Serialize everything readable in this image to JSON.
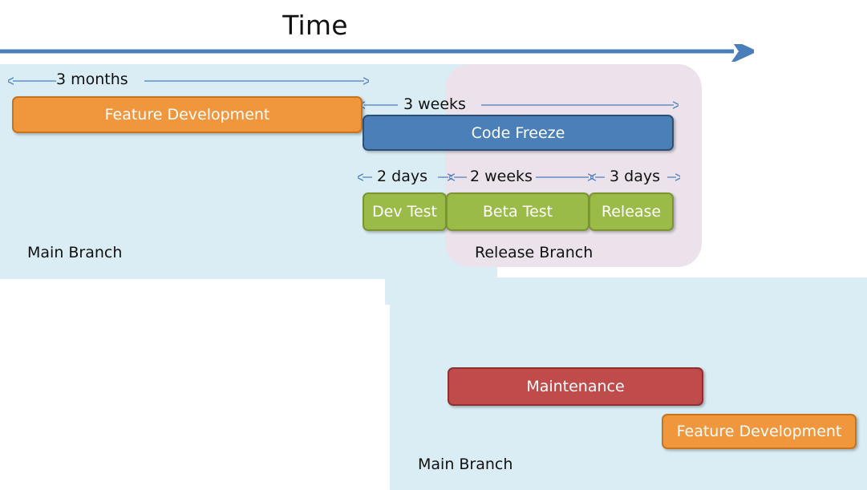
{
  "diagram": {
    "title": "Time",
    "axis": {
      "name": "time-axis-arrow",
      "direction": "left-to-right",
      "color": "#4a7ebb"
    }
  },
  "lanes": [
    {
      "id": "main-top",
      "label": "Main Branch",
      "color": "#daedf4"
    },
    {
      "id": "release",
      "label": "Release Branch",
      "color": "#ebe2ec"
    },
    {
      "id": "main-bottom",
      "label": "Main Branch",
      "color": "#daedf4"
    }
  ],
  "bars": {
    "feature_development_top": {
      "label": "Feature Development",
      "color": "#f0963c",
      "border": "#c8741c",
      "lane": "main-top"
    },
    "code_freeze": {
      "label": "Code Freeze",
      "color": "#4b7fb8",
      "border": "#2d4f75",
      "lane": "release"
    },
    "dev_test": {
      "label": "Dev Test",
      "color": "#9bbb48",
      "border": "#7b9434",
      "lane": "release"
    },
    "beta_test": {
      "label": "Beta Test",
      "color": "#9bbb48",
      "border": "#7b9434",
      "lane": "release"
    },
    "release": {
      "label": "Release",
      "color": "#9bbb48",
      "border": "#7b9434",
      "lane": "release"
    },
    "maintenance": {
      "label": "Maintenance",
      "color": "#bf4b4b",
      "border": "#8d3030",
      "lane": "main-bottom"
    },
    "feature_development_bottom": {
      "label": "Feature Development",
      "color": "#f0963c",
      "border": "#c8741c",
      "lane": "main-bottom"
    }
  },
  "durations": {
    "feature_development": "3 months",
    "code_freeze": "3 weeks",
    "dev_test": "2 days",
    "beta_test": "2 weeks",
    "release": "3 days"
  },
  "chart_data": {
    "type": "bar",
    "title": "Time",
    "xlabel": "Time",
    "ylabel": "",
    "grid": false,
    "legend": null,
    "annotations": [
      "Main Branch",
      "Release Branch",
      "Main Branch"
    ],
    "categories": [
      "Feature Development",
      "Code Freeze",
      "Dev Test",
      "Beta Test",
      "Release",
      "Maintenance",
      "Feature Development"
    ],
    "values": [
      "3 months",
      "3 weeks",
      "2 days",
      "2 weeks",
      "3 days",
      "",
      ""
    ]
  }
}
